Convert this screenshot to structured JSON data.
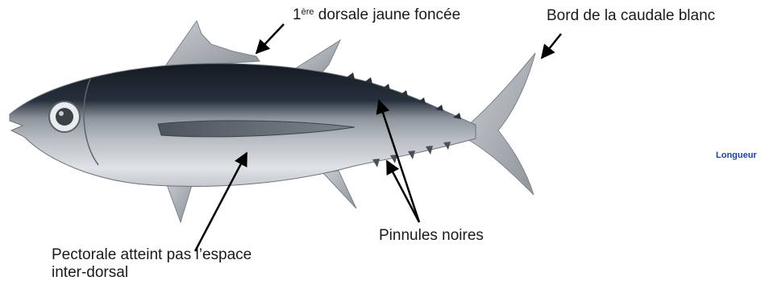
{
  "labels": {
    "dorsal_prefix": "1",
    "dorsal_sup": "ère",
    "dorsal_text": " dorsale jaune foncée",
    "caudal": "Bord de la caudale blanc",
    "pinnules": "Pinnules noires",
    "pectoral_line1": "Pectorale atteint pas l’espace",
    "pectoral_line2": "inter-dorsal",
    "length": "Longueur"
  },
  "colors": {
    "back": "#141a22",
    "flank": "#9aa0a8",
    "belly": "#e2e4e7",
    "fin": "#a4a9b0",
    "arrow": "#000000",
    "length_text": "#1f3fb0"
  }
}
